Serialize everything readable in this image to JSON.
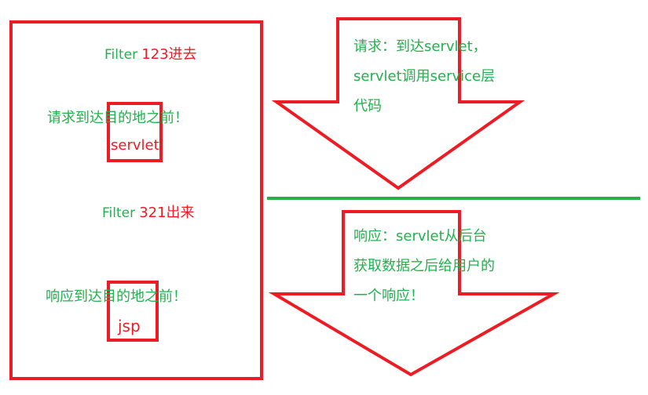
{
  "colors": {
    "red": "#ed1c24",
    "green": "#22b14c",
    "background": "#ffffff"
  },
  "left_panel": {
    "filter_in": {
      "prefix": "Filter",
      "suffix": "123进去"
    },
    "before_servlet": "请求到达目的地之前！",
    "servlet": "servlet",
    "filter_out": {
      "prefix": "Filter",
      "suffix": "321出来"
    },
    "before_jsp": "响应到达目的地之前！",
    "jsp": "jsp"
  },
  "request_arrow": {
    "lines": [
      "请求：到达servlet，",
      "servlet调用service层",
      "代码"
    ]
  },
  "response_arrow": {
    "lines": [
      "响应：servlet从后台",
      "获取数据之后给用户的",
      "一个响应！"
    ]
  }
}
